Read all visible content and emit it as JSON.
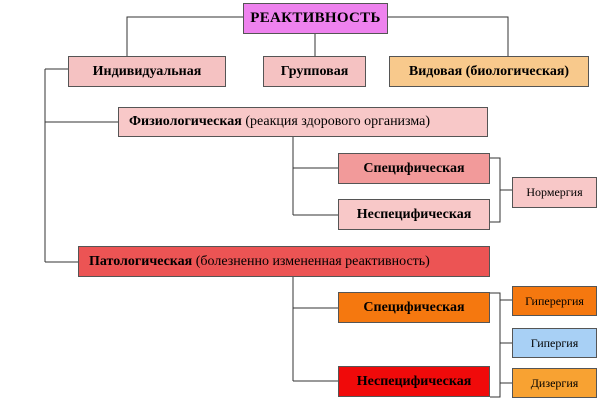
{
  "root": {
    "label": "РЕАКТИВНОСТЬ"
  },
  "level1": {
    "individual": "Индивидуальная",
    "group": "Групповая",
    "species": "Видовая (биологическая)"
  },
  "physiological": {
    "title": "Физиологическая",
    "note": "(реакция здорового организма)",
    "specific": "Специфическая",
    "nonspecific": "Неспецифическая",
    "result": "Нормергия"
  },
  "pathological": {
    "title": "Патологическая",
    "note": "(болезненно измененная реактивность)",
    "specific": "Специфическая",
    "nonspecific": "Неспецифическая",
    "results": [
      "Гиперергия",
      "Гипергия",
      "Дизергия"
    ]
  },
  "colors": {
    "root": "#ee82ee",
    "individual": "#f5c2c2",
    "group": "#f5c2c2",
    "species": "#f8c98c",
    "physiological": "#f8c8c8",
    "phys_specific": "#f29a9a",
    "phys_nonspecific": "#f8c8c8",
    "normergy": "#f8c8c8",
    "pathological": "#ec5454",
    "path_specific": "#f5780f",
    "path_nonspecific": "#f00a0a",
    "hyperergy": "#f5780f",
    "hypergy": "#a8d0f5",
    "dysergy": "#f8a232"
  }
}
